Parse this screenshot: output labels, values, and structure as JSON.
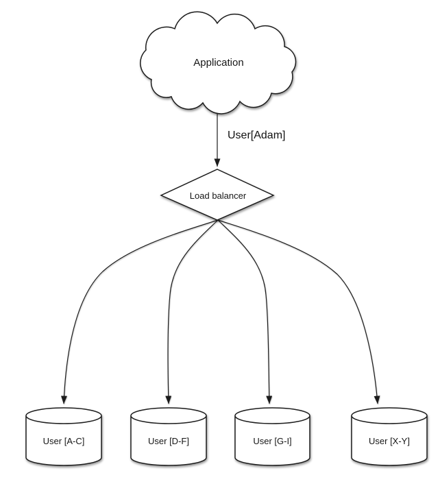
{
  "diagram": {
    "application": {
      "label": "Application"
    },
    "request_edge": {
      "label": "User[Adam]"
    },
    "load_balancer": {
      "label": "Load balancer"
    },
    "shards": [
      {
        "label": "User [A-C]"
      },
      {
        "label": "User [D-F]"
      },
      {
        "label": "User [G-I]"
      },
      {
        "label": "User [X-Y]"
      }
    ],
    "colors": {
      "stroke": "#1c1c1c",
      "shape_fill": "#ffffff",
      "background": "#ffffff",
      "text": "#161616"
    }
  }
}
